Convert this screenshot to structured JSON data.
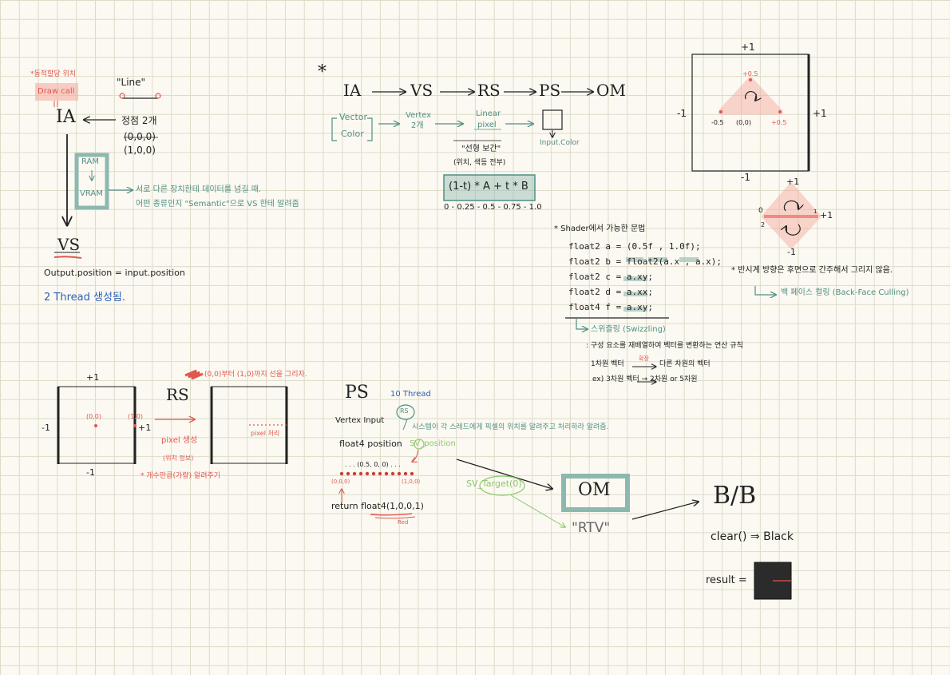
{
  "ia_section": {
    "annotation_top": "*동적할당 위치",
    "draw_call": "Draw call",
    "line_label": "\"Line\"",
    "ia": "IA",
    "vertices_count": "정점 2개",
    "v0": "(0,0,0)",
    "v1": "(1,0,0)",
    "ram": "RAM",
    "vram": "VRAM",
    "note_1": "서로 다른 장치한테 데이터를 넘길 때.",
    "note_2": "어떤 종류인지 \"Semantic\"으로 VS 한테 알려줌",
    "vs": "VS",
    "vs_code": "Output.position = input.position",
    "thread_note": "2 Thread 생성됨."
  },
  "pipeline": {
    "asterisk": "*",
    "stages": [
      "IA",
      "VS",
      "RS",
      "PS",
      "OM"
    ],
    "vector": "Vector",
    "color": "Color",
    "vertex": "Vertex",
    "two": "2개",
    "linear": "Linear",
    "pixel": "pixel",
    "input_color": "Input.Color",
    "lerp_title": "\"선형 보간\"",
    "lerp_sub": "(위치, 색등 전부)",
    "formula": "(1-t) * A + t * B",
    "sequence": "0 - 0.25 - 0.5 - 0.75 - 1.0"
  },
  "swizzle": {
    "title": "* Shader에서 가능한 문법",
    "lines": [
      "float2  a = (0.5f , 1.0f);",
      "float2  b = float2(a.x , a.x);",
      "float2  c = a.xy;",
      "float2  d = a.xx;",
      "float4  f = a.xy;"
    ],
    "swizzling": "스위즐링 (Swizzling)",
    "desc": ": 구성 요소를 재배열하여 벡터를 변환하는 연산 규칙",
    "ex1_a": "1차원 벡터",
    "ex1_mid": "확장",
    "ex1_b": "다른 차원의 벡터",
    "ex2": "ex) 3차원 벡터 → 2차원 or 5차원"
  },
  "triangle": {
    "top": "+1",
    "bottom": "-1",
    "left": "-1",
    "right": "+1",
    "apex": "+0.5",
    "left_pt": "-0.5",
    "origin": "(0,0)",
    "right_pt": "+0.5"
  },
  "diamond": {
    "top": "+1",
    "bottom": "-1",
    "left": "0",
    "right": "+1",
    "l2": "2",
    "r1": "1"
  },
  "cull": {
    "note": "* 반시계 방향은 후면으로 간주해서 그리지 않음.",
    "arrow_label": "백 페이스 컬링 (Back-Face Culling)"
  },
  "rs_section": {
    "top1": "+1",
    "bottom1": "-1",
    "left1": "-1",
    "right1": "+1",
    "p0": "(0,0)",
    "p1": "(1,0)",
    "rs": "RS",
    "note_top": "(0,0)부터 (1,0)까지 선을 그리자.",
    "pixel_gen": "pixel 생성",
    "pixel_gen_sub": "(위치 정보)",
    "inform": "* 개수만큼(가량) 알려주기",
    "pixel_process": "pixel 처리"
  },
  "ps_section": {
    "ps": "PS",
    "thread": "10 Thread",
    "rs_badge": "RS",
    "vertex_input": "Vertex Input",
    "ps_note": "시스템이 각 스레드에게 픽셀의 위치를 알려주고 처리하라 알려줌.",
    "float4_position": "float4 position",
    "sv_position": "SV_position",
    "dots_label": ". . . (0.5, 0, 0) . . .",
    "left_coord": "(0,0,0)",
    "right_coord": "(1,0,0)",
    "return_code": "return float4(1,0,0,1)",
    "red_label": "Red",
    "sv_target": "SV_Target(0)"
  },
  "om_section": {
    "om": "OM",
    "rtv": "\"RTV\"",
    "bb": "B/B",
    "clear": "clear() ⇒ Black",
    "result": "result ="
  },
  "colors": {
    "red": "#e0574f",
    "teal": "#4f8f85",
    "blue": "#2d5fb8",
    "green": "#8cc76e",
    "highlight_red": "#f6a79c",
    "highlight_teal": "#8db8b0"
  }
}
